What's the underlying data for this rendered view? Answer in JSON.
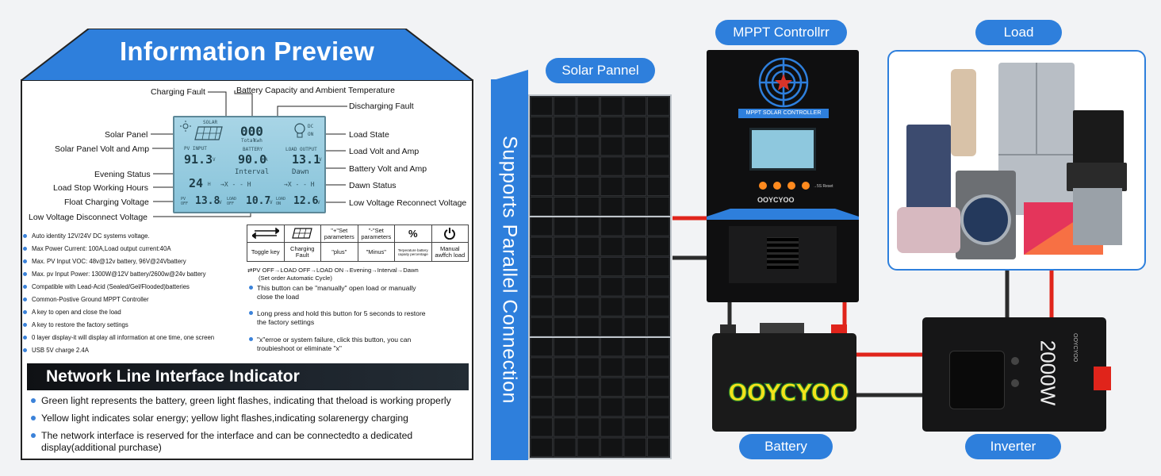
{
  "info": {
    "title": "Information Preview",
    "callouts": {
      "charging_fault": "Charging Fault",
      "battery_capacity": "Battery Capacity and Ambient Temperature",
      "discharging_fault": "Discharging Fault",
      "solar_panel": "Solar Panel",
      "solar_volt_amp": "Solar Panel Volt and Amp",
      "load_state": "Load State",
      "load_volt_amp": "Load Volt and Amp",
      "battery_volt_amp": "Battery Volt and Amp",
      "evening_status": "Evening Status",
      "load_stop_hours": "Load Stop Working Hours",
      "dawn_status": "Dawn Status",
      "float_voltage": "Float Charging Voltage",
      "low_reconnect": "Low Voltage Reconnect Voltage",
      "low_disconnect": "Low Voltage Disconnect Voltage"
    },
    "lcd": {
      "solar": "SOLAR",
      "pv_input": "PV INPUT",
      "pv_value": "91.3",
      "pv_unit": "V",
      "top_digits": "000",
      "total": "Total",
      "kwh": "Kwh",
      "battery": "BATTERY",
      "battery_value": "90.0",
      "battery_unit": "A",
      "dc": "DC",
      "on": "ON",
      "load_output": "LOAD OUTPUT",
      "load_value": "13.1",
      "load_unit": "V",
      "interval": "Interval",
      "dawn": "Dawn",
      "hours_value": "24",
      "hours_unit": "H",
      "interval_x": "→X - - H",
      "dawn_x": "→X - - H",
      "pv_off": "PV OFF",
      "pv_off_value": "13.8",
      "pv_off_unit": "V",
      "load_off": "LOAD OFF",
      "load_off_value": "10.7",
      "load_off_unit": "V",
      "load_on": "LOAD ON",
      "load_on_value": "12.6",
      "load_on_unit": "V"
    },
    "features": [
      "Auto identity 12V/24V DC systems voltage.",
      "Max Power Current: 100A,Load output current:40A",
      "Max. PV Input VOC: 48v@12v battery, 96V@24Vbattery",
      "Max. pv Input Power: 1300W@12V battery/2600w@24v battery",
      "Compatible with Lead-Acid (Sealed/Gel/Flooded)batteries",
      "Common-Postive Ground MPPT Controller",
      "A key to open and close the load",
      "A key to restore the factory settings",
      "0 layer display-it will display all information at one time, one screen",
      "USB 5V charge 2.4A"
    ],
    "buttons_table": {
      "top": [
        "",
        "",
        "\"+\"Set parameters",
        "\"-\"Set parameters",
        "%",
        ""
      ],
      "bottom": [
        "Toggle key",
        "Charging Fault",
        "\"plus\"",
        "\"Minus\"",
        "Terperature battery capaity percentage",
        "Manual awffch load"
      ]
    },
    "cycle_line": "⇄PV OFF→LOAD OFF→LOAD ON→Evening→Interval→Dawn",
    "cycle_sub": "(Set order Automatic Cycle)",
    "descriptions": [
      [
        "This button can be \"manually\" open load or manually",
        "close the load"
      ],
      [
        "Long press and hold this button for 5 seconds to restore",
        "the factory settings"
      ],
      [
        "\"x\"erroe or system failure, click this button, you can",
        "troubieshoot or eliminate \"x\""
      ]
    ],
    "network_title": "Network Line Interface Indicator",
    "network_lines": [
      [
        "Green light represents the battery, green light flashes, indicating that theload is working properly"
      ],
      [
        "Yellow light indicates solar energy; yellow light flashes,indicating solarenergy charging"
      ],
      [
        "The network interface is reserved for the interface and can be connectedto a dedicated",
        "display(additional purchase)"
      ]
    ]
  },
  "diagram": {
    "solar_label": "Solar Pannel",
    "controller_label": "MPPT Controllrr",
    "load_label": "Load",
    "battery_label": "Battery",
    "inverter_label": "Inverter",
    "vertical_text": "Supports Parallel Connection",
    "controller_plate": "MPPT SOLAR CONTROLLER",
    "controller_brand": "OOYCYOO",
    "controller_reset": "→5S Reset",
    "battery_brand": "OOYCYOO",
    "inverter_power": "2000W",
    "inverter_brand": "OOYCYOO"
  },
  "colors": {
    "accent_blue": "#2e7fdc",
    "wire_red": "#e0241b",
    "wire_black": "#2b2b2b",
    "controller_orange": "#ff8a1e"
  }
}
